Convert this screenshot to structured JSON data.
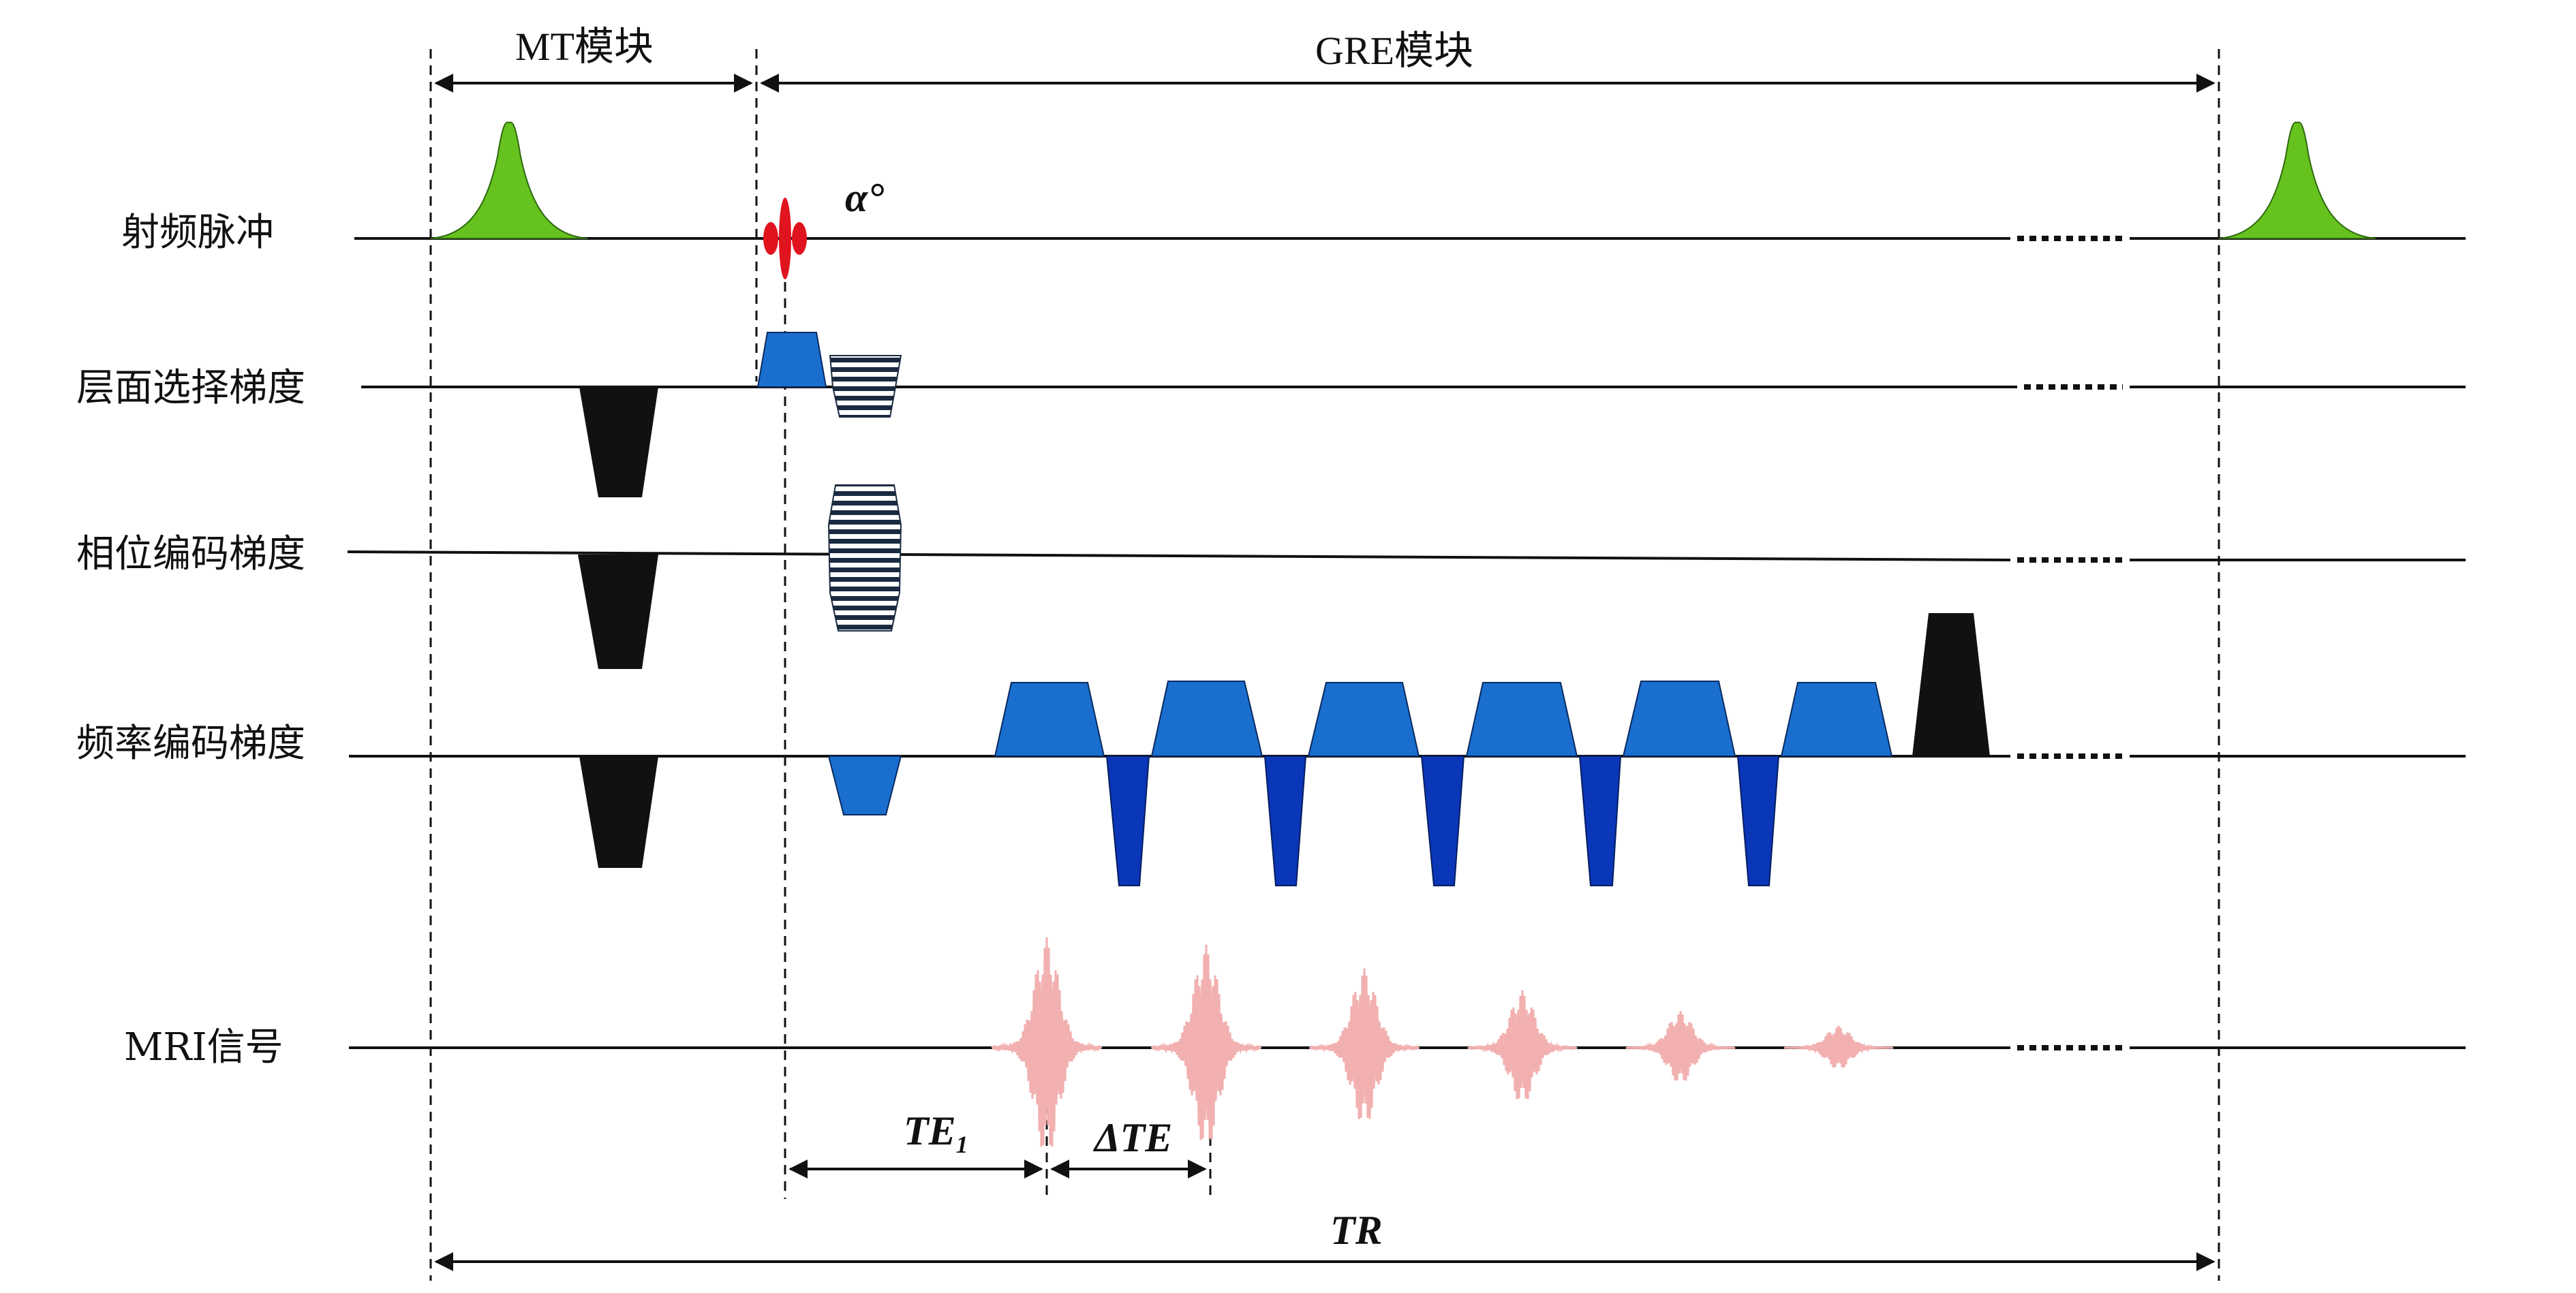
{
  "modules": {
    "mt": "MT模块",
    "gre": "GRE模块"
  },
  "rows": {
    "rf": "射频脉冲",
    "slice": "层面选择梯度",
    "phase": "相位编码梯度",
    "freq": "频率编码梯度",
    "signal": "MRI信号"
  },
  "annotations": {
    "flip_angle": "α°",
    "te_main": "TE",
    "te_sub": "1",
    "delta_te": "ΔTE",
    "tr": "TR"
  },
  "colors": {
    "mt_pulse": "#66c21e",
    "excitation_pulse": "#e0141e",
    "gradient_blue": "#1a6fce",
    "gradient_dark_blue": "#0a36b8",
    "spoiler_black": "#111111",
    "echo_pink": "#f2b0b0"
  },
  "echo_count": 6
}
